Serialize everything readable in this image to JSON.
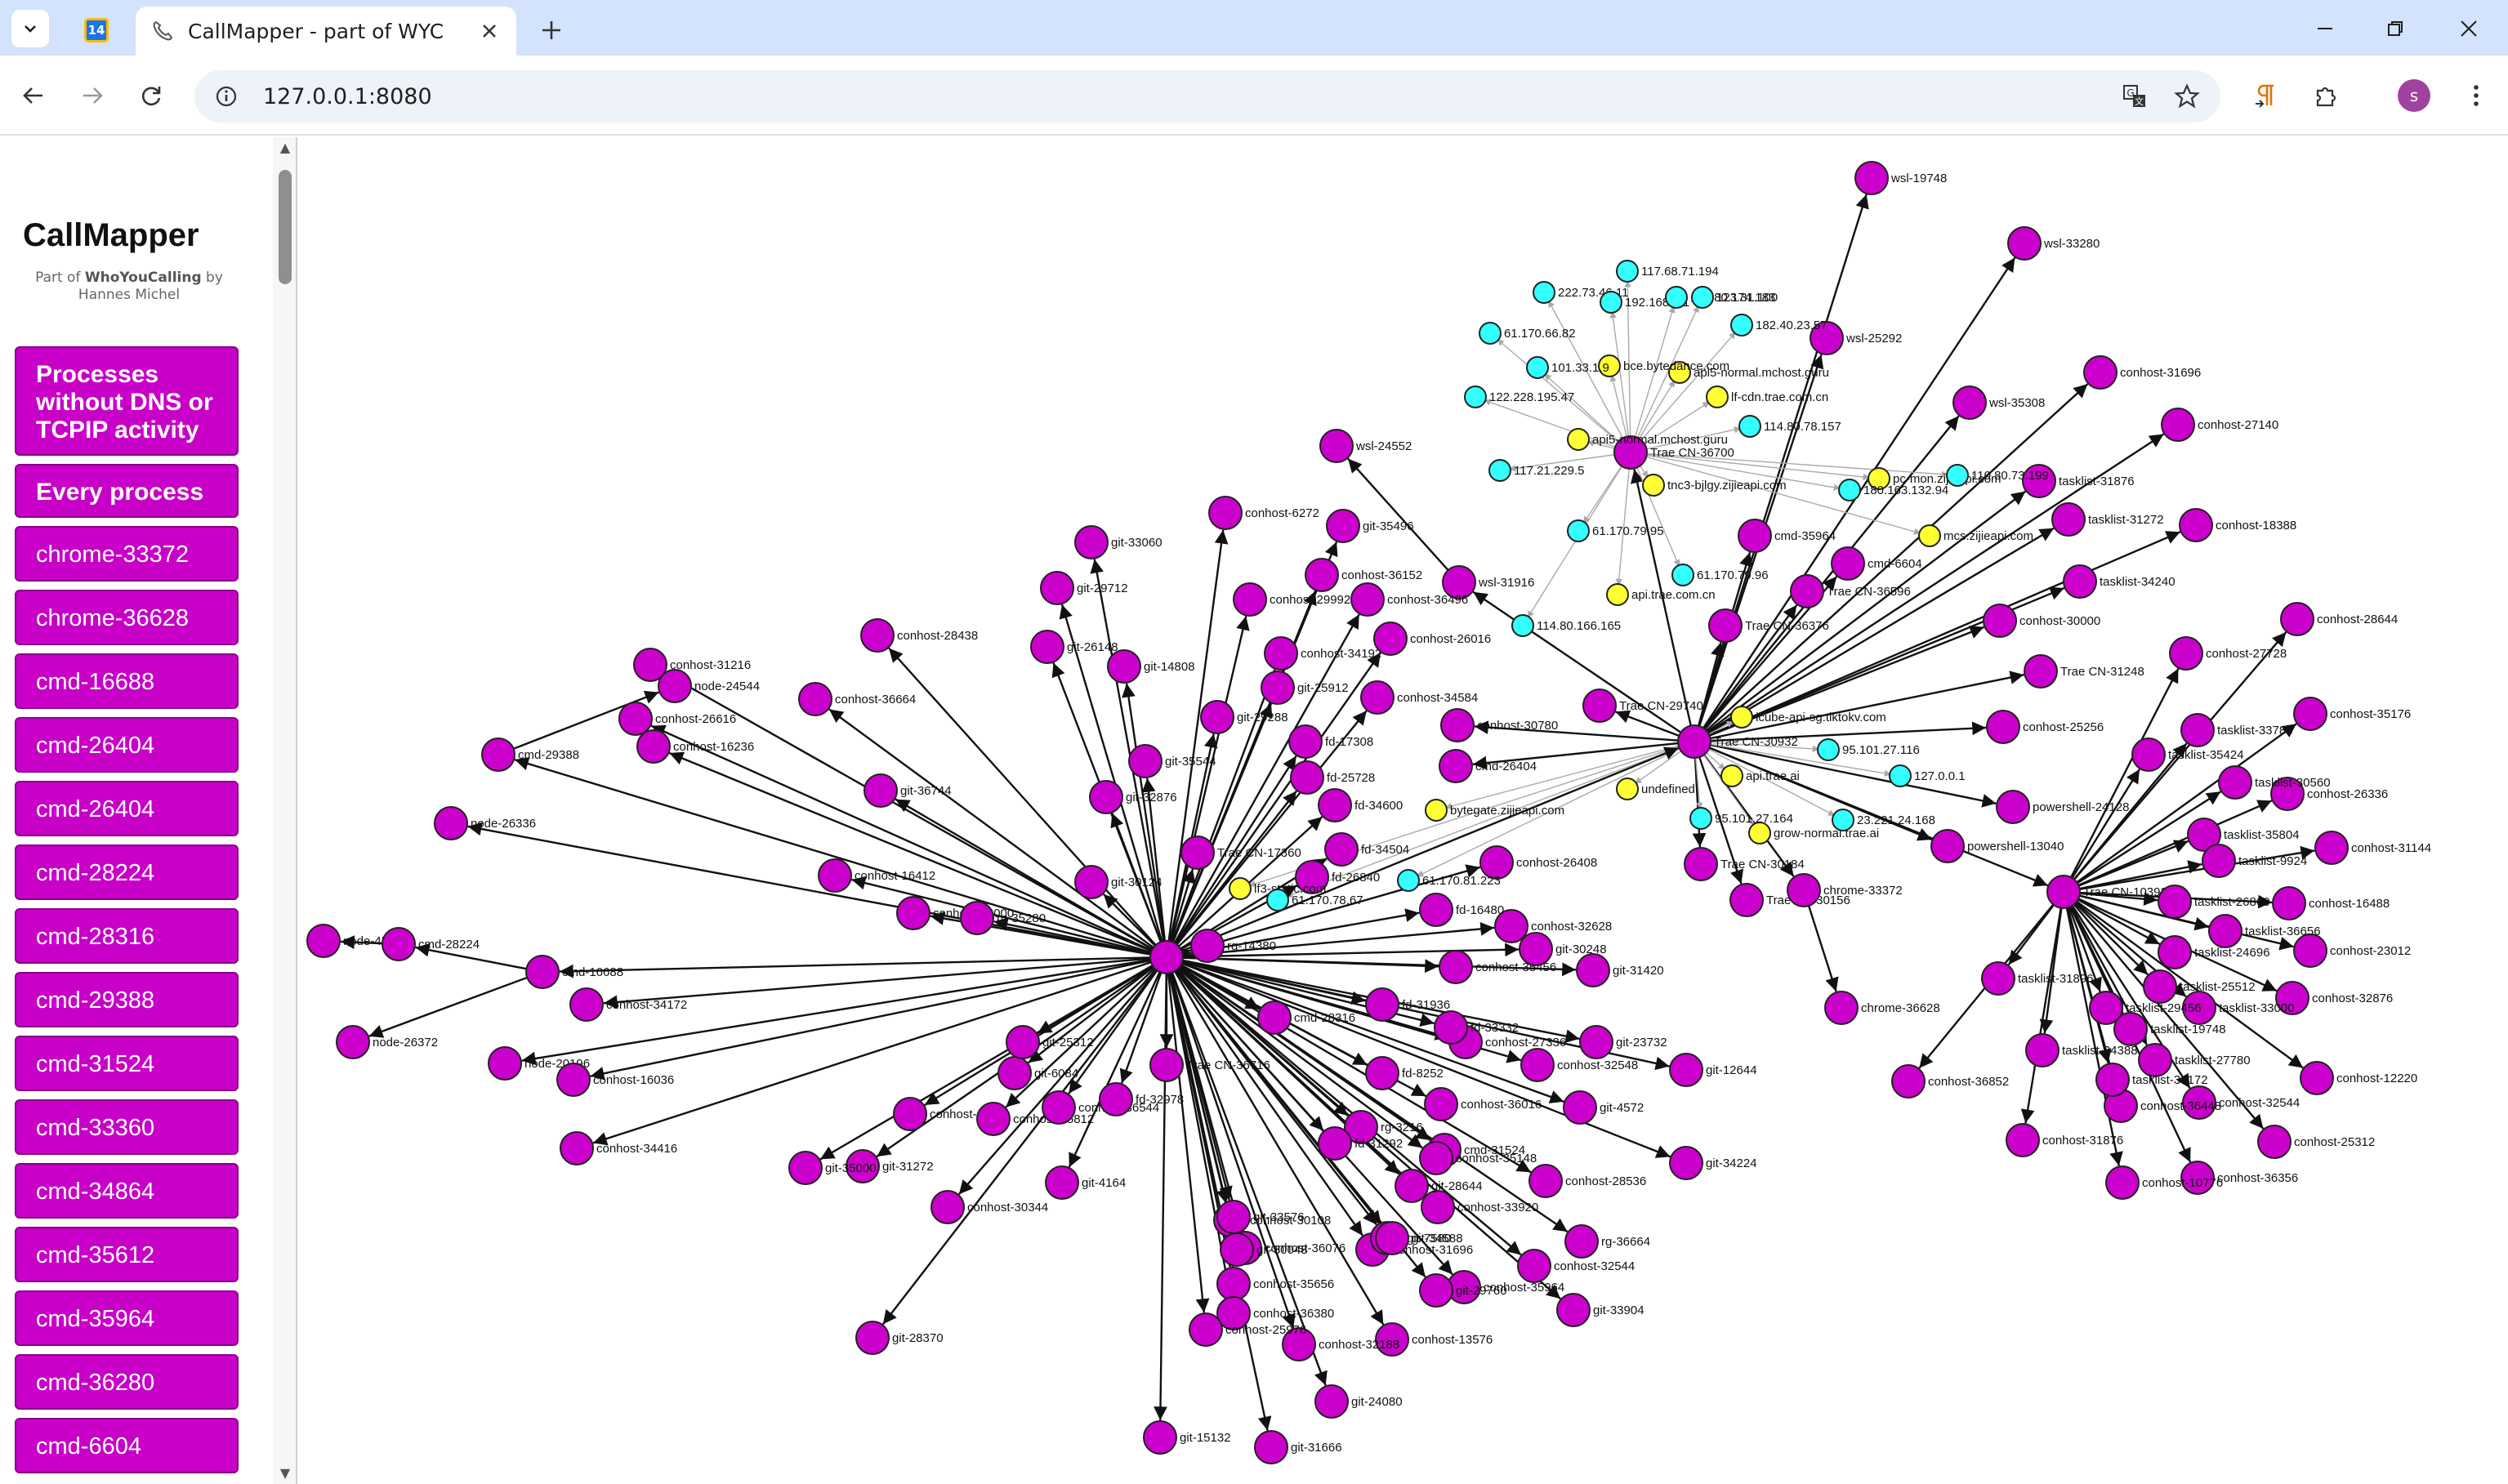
{
  "browser": {
    "tab_title": "CallMapper - part of WYC",
    "pinned_tab_label": "14",
    "url": "127.0.0.1:8080",
    "profile_initial": "s",
    "icons": {
      "tab_menu": "chevron-down-icon",
      "close": "close-icon",
      "new_tab": "plus-icon",
      "back": "back-arrow-icon",
      "forward": "forward-arrow-icon",
      "reload": "reload-icon",
      "site_info": "site-info-icon",
      "translate": "translate-icon",
      "bookmark": "star-icon",
      "extensions": "puzzle-icon",
      "menu": "kebab-menu-icon"
    }
  },
  "sidebar": {
    "title": "CallMapper",
    "subtitle_prefix": "Part of ",
    "subtitle_brand": "WhoYouCalling",
    "subtitle_suffix": " by Hannes Michel",
    "items": [
      "Processes without DNS or TCPIP activity",
      "Every process",
      "chrome-33372",
      "chrome-36628",
      "cmd-16688",
      "cmd-26404",
      "cmd-26404",
      "cmd-28224",
      "cmd-28316",
      "cmd-29388",
      "cmd-31524",
      "cmd-33360",
      "cmd-34864",
      "cmd-35612",
      "cmd-35964",
      "cmd-36280",
      "cmd-6604"
    ]
  },
  "colors": {
    "process": "#cc00cc",
    "domain": "#ffff33",
    "ip": "#33ffff",
    "edge": "#111111",
    "dns_edge": "#aaaaaa"
  },
  "graph": {
    "labels": {
      "wsl_19748": "wsl-19748",
      "wsl_33280": "wsl-33280",
      "wsl_25292": "wsl-25292",
      "wsl_35308": "wsl-35308",
      "wsl_24552": "wsl-24552",
      "wsl_31916": "wsl-31916",
      "conhost_31696": "conhost-31696",
      "conhost_27140": "conhost-27140",
      "conhost_18388": "conhost-18388",
      "tasklist_31876": "tasklist-31876",
      "tasklist_31272": "tasklist-31272",
      "tasklist_34240": "tasklist-34240",
      "cmd_35964": "cmd-35964",
      "cmd_6604": "cmd-6604",
      "trae_36700": "Trae CN-36700",
      "trae_36596": "Trae CN-36596",
      "trae_36376": "Trae CN-36376",
      "trae_30932": "Trae CN-30932",
      "trae_29740": "Trae CN-29740",
      "trae_30184": "Trae CN-30184",
      "trae_30156": "Trae CN-30156",
      "trae_31248": "Trae CN-31248",
      "trae_10392": "Trae CN-10392",
      "trae_17360": "Trae CN-17360",
      "trae_36716": "Trae CN-36716",
      "chrome_33372": "chrome-33372",
      "chrome_36628": "chrome-36628",
      "powershell_24128": "powershell-24128",
      "powershell_13040": "powershell-13040",
      "conhost_30000": "conhost-30000",
      "conhost_25256": "conhost-25256",
      "conhost_28644": "conhost-28644",
      "conhost_27728": "conhost-27728",
      "conhost_35176": "conhost-35176",
      "conhost_26336": "conhost-26336",
      "conhost_31144": "conhost-31144",
      "conhost_16488": "conhost-16488",
      "conhost_23012": "conhost-23012",
      "conhost_32876": "conhost-32876",
      "conhost_12220": "conhost-12220",
      "conhost_32544": "conhost-32544",
      "conhost_25312": "conhost-25312",
      "conhost_36356": "conhost-36356",
      "conhost_10776": "conhost-10776",
      "conhost_31876": "conhost-31876",
      "conhost_36852": "conhost-36852",
      "conhost_36448": "conhost-36448",
      "tasklist_33788": "tasklist-33788",
      "tasklist_35424": "tasklist-35424",
      "tasklist_30560": "tasklist-30560",
      "tasklist_35804": "tasklist-35804",
      "tasklist_9924": "tasklist-9924",
      "tasklist_26860": "tasklist-26860",
      "tasklist_36656": "tasklist-36656",
      "tasklist_24696": "tasklist-24696",
      "tasklist_25512": "tasklist-25512",
      "tasklist_33000": "tasklist-33000",
      "tasklist_19748": "tasklist-19748",
      "tasklist_27780": "tasklist-27780",
      "tasklist_34172": "tasklist-34172",
      "tasklist_29456": "tasklist-29456",
      "tasklist_34388": "tasklist-34388",
      "tasklist_31896": "tasklist-31896",
      "node_24544": "node-24544",
      "node_4572": "node-4572",
      "node_26372": "node-26372",
      "node_26336": "node-26336",
      "node_20196": "node-20196",
      "cmd_28224": "cmd-28224",
      "cmd_29388": "cmd-29388",
      "cmd_16688": "cmd-16688",
      "cmd_26404": "cmd-26404",
      "cmd_31524": "cmd-31524",
      "cmd_28316": "cmd-28316",
      "conhost_26616": "conhost-26616",
      "conhost_16236": "conhost-16236",
      "conhost_31216": "conhost-31216",
      "conhost_36664": "conhost-36664",
      "conhost_28438": "conhost-28438",
      "conhost_36152": "conhost-36152",
      "conhost_29992": "conhost-29992",
      "conhost_36496": "conhost-36496",
      "conhost_34192": "conhost-34192",
      "conhost_26016": "conhost-26016",
      "conhost_34584": "conhost-34584",
      "conhost_6272": "conhost-6272",
      "conhost_30780": "conhost-30780",
      "conhost_26408": "conhost-26408",
      "conhost_32628": "conhost-32628",
      "conhost_35456": "conhost-35456",
      "conhost_27336": "conhost-27336",
      "conhost_32548": "conhost-32548",
      "conhost_36016": "conhost-36016",
      "conhost_35148": "conhost-35148",
      "conhost_28536": "conhost-28536",
      "conhost_32544b": "conhost-32544",
      "conhost_35964": "conhost-35964",
      "conhost_13576": "conhost-13576",
      "conhost_32188": "conhost-32188",
      "conhost_35656": "conhost-35656",
      "conhost_36380": "conhost-36380",
      "conhost_25976": "conhost-25976",
      "conhost_36076": "conhost-36076",
      "conhost_30108": "conhost-30108",
      "conhost_34416": "conhost-34416",
      "conhost_16036": "conhost-16036",
      "conhost_34172": "conhost-34172",
      "conhost_16412": "conhost-16412",
      "conhost_28000": "conhost-28000",
      "conhost_4164": "conhost-4164",
      "conhost_35812": "conhost-35812",
      "conhost_36544": "conhost-36544",
      "conhost_30344": "conhost-30344",
      "conhost_33920": "conhost-33920",
      "conhost_31696b": "conhost-31696",
      "git_33060": "git-33060",
      "git_35496": "git-35496",
      "git_29712": "git-29712",
      "git_26148": "git-26148",
      "git_14808": "git-14808",
      "git_29288": "git-29288",
      "git_25912": "git-25912",
      "git_35544": "git-35544",
      "git_36744": "git-36744",
      "git_32876": "git-32876",
      "git_30124": "git-30124",
      "git_23732": "git-23732",
      "git_12644": "git-12644",
      "git_4572": "git-4572",
      "git_34224": "git-34224",
      "git_29760": "git-29760",
      "git_33904": "git-33904",
      "git_28370": "git-28370",
      "git_15132": "git-15132",
      "git_31666": "git-31666",
      "git_24080": "git-24080",
      "git_7580": "git-7580",
      "git_28644": "git-28644",
      "git_34588": "git-34588",
      "git_33576": "git-33576",
      "git_30048": "git-30048",
      "git_31272": "git-31272",
      "git_4164": "git-4164",
      "git_6084": "git-6084",
      "git_25312": "git-25312",
      "git_35000": "git-35000",
      "git_31420": "git-31420",
      "git_30248": "git-30248",
      "rg_35280": "rg-35280",
      "rg_36664": "rg-36664",
      "rg_3216": "rg-3216",
      "rg_14380": "rg-14380",
      "fd_17308": "fd-17308",
      "fd_25728": "fd-25728",
      "fd_34600": "fd-34600",
      "fd_34504": "fd-34504",
      "fd_26840": "fd-26840",
      "fd_16480": "fd-16480",
      "fd_31936": "fd-31936",
      "fd_33332": "fd-33332",
      "fd_8252": "fd-8252",
      "fd_32978": "fd-32978",
      "fd_31292": "fd-31292",
      "dom_api_trae": "api.trae.ai",
      "dom_undefined": "undefined",
      "dom_bytegate": "bytegate.zijieapi.com",
      "dom_grow": "grow-normal.trae.ai",
      "dom_icube": "icube-api-sg.tiktokv.com",
      "dom_mcs": "mcs.zijieapi.com",
      "dom_pcmon": "pc-mon.zijieapi.com",
      "dom_tnc3": "tnc3-bjlgy.zijieapi.com",
      "dom_api5": "api5-normal.mchost.guru",
      "dom_api6": "api5-normal.mchost.guru",
      "dom_lfcdn": "lf-cdn.trae.com.cn",
      "dom_traecn": "api.trae.com.cn",
      "dom_bce": "bce.bytedance.com",
      "dom_lfx": "lf3-static.com",
      "ip_117_68": "117.68.71.194",
      "ip_222_73": "222.73.46.11",
      "ip_192_16": "192.168.1.1",
      "ip_148_80": "148.80.174.183",
      "ip_123_31": "123.31.100",
      "ip_182_40": "182.40.23.57",
      "ip_61_66": "61.170.66.82",
      "ip_101": "101.33.1.9",
      "ip_122_228": "122.228.195.47",
      "ip_114_80": "114.80.78.157",
      "ip_117_21": "117.21.229.5",
      "ip_180_163": "180.163.132.94",
      "ip_61_79_95": "61.170.79.95",
      "ip_61_79_96": "61.170.79.96",
      "ip_114_80_165": "114.80.166.165",
      "ip_95_101_116": "95.101.27.116",
      "ip_127": "127.0.0.1",
      "ip_95_101_164": "95.101.27.164",
      "ip_23_221": "23.221.24.168",
      "ip_61_81": "61.170.81.223",
      "ip_61_78": "61.170.78.67",
      "ip_110_80": "110.80.73.199"
    }
  }
}
